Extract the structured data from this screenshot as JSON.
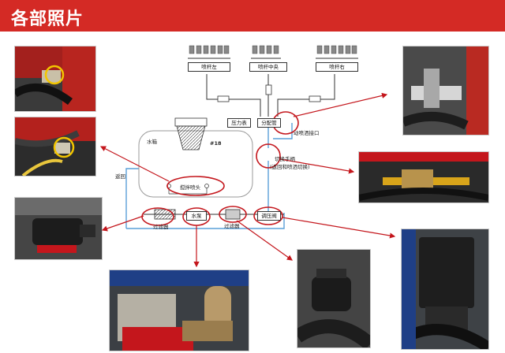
{
  "header": {
    "title": "各部照片",
    "bg_color": "#d42a25"
  },
  "diagram": {
    "booms": {
      "left": "喷杆左",
      "center": "喷杆中央",
      "right": "喷杆右"
    },
    "pressure_gauge": "压力表",
    "distributor_valve": "分配管",
    "auto_spray_port": "动喷洒接口",
    "tank": {
      "label": "水箱",
      "number": "#18"
    },
    "switch_handle": "切换手柄",
    "switch_handle_note": "(返回和喷洒切换)",
    "return_line": "返回",
    "agitator_nozzle": "搅拌喷头",
    "filter_left": "过滤器",
    "pump": "水泵",
    "filter_right": "过滤器",
    "regulator_valve": "调压阀",
    "accent_color": "#c4161c",
    "pipe_color": "#5aa0d8"
  }
}
